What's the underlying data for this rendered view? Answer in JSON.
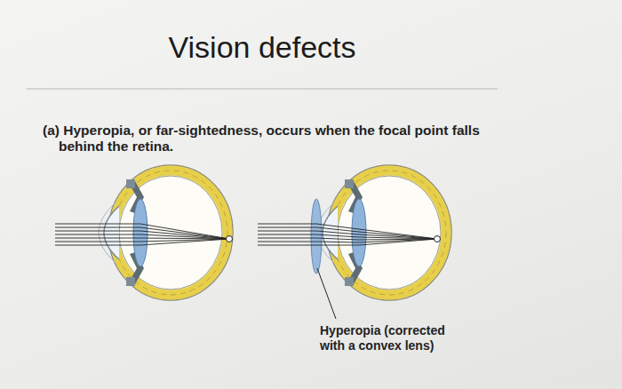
{
  "diagram": {
    "title": "Vision defects",
    "labels": [
      "(a) Hyperopia, or far-sightedness, occurs when the focal point falls behind the retina.",
      "Hyperopia (corrected with a convex lens)"
    ]
  }
}
